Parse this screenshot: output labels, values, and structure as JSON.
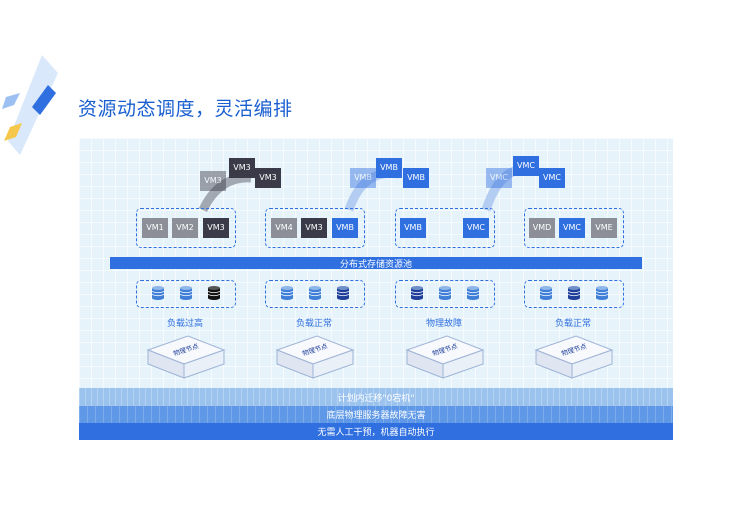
{
  "title": "资源动态调度，灵活编排",
  "migrations": [
    {
      "moving": "VM3",
      "target": "VM3"
    },
    {
      "moving": "VMB",
      "target": "VMB"
    },
    {
      "moving": "VMC",
      "target": "VMC"
    }
  ],
  "clusters": [
    {
      "vms": [
        {
          "label": "VM1",
          "style": "light"
        },
        {
          "label": "VM2",
          "style": "light"
        },
        {
          "label": "VM3",
          "style": "dark"
        }
      ],
      "disks": [
        "blue",
        "blue",
        "black"
      ],
      "status": "负载过高"
    },
    {
      "vms": [
        {
          "label": "VM4",
          "style": "light"
        },
        {
          "label": "VM3",
          "style": "dark"
        },
        {
          "label": "VMB",
          "style": "blue"
        }
      ],
      "disks": [
        "blue",
        "blue",
        "navy"
      ],
      "status": "负载正常"
    },
    {
      "vms": [
        {
          "label": "VMB",
          "style": "blue"
        },
        {
          "label": "VMC",
          "style": "blue"
        }
      ],
      "disks": [
        "navy",
        "blue",
        "blue"
      ],
      "status": "物理故障"
    },
    {
      "vms": [
        {
          "label": "VMD",
          "style": "light"
        },
        {
          "label": "VMC",
          "style": "blue"
        },
        {
          "label": "VME",
          "style": "light"
        }
      ],
      "disks": [
        "blue",
        "navy",
        "blue"
      ],
      "status": "负载正常"
    }
  ],
  "storage_label": "分布式存储资源池",
  "server_label": "物理节点",
  "footer": {
    "line1": "计划内迁移\"0宕机\"",
    "line2": "底层物理服务器故障无害",
    "line3": "无需人工干预，机器自动执行"
  },
  "colors": {
    "accent": "#2f6fe0",
    "dark_vm": "#3a3a48",
    "light_vm": "#8c8f98",
    "panel_bg": "#e6f3fb"
  }
}
